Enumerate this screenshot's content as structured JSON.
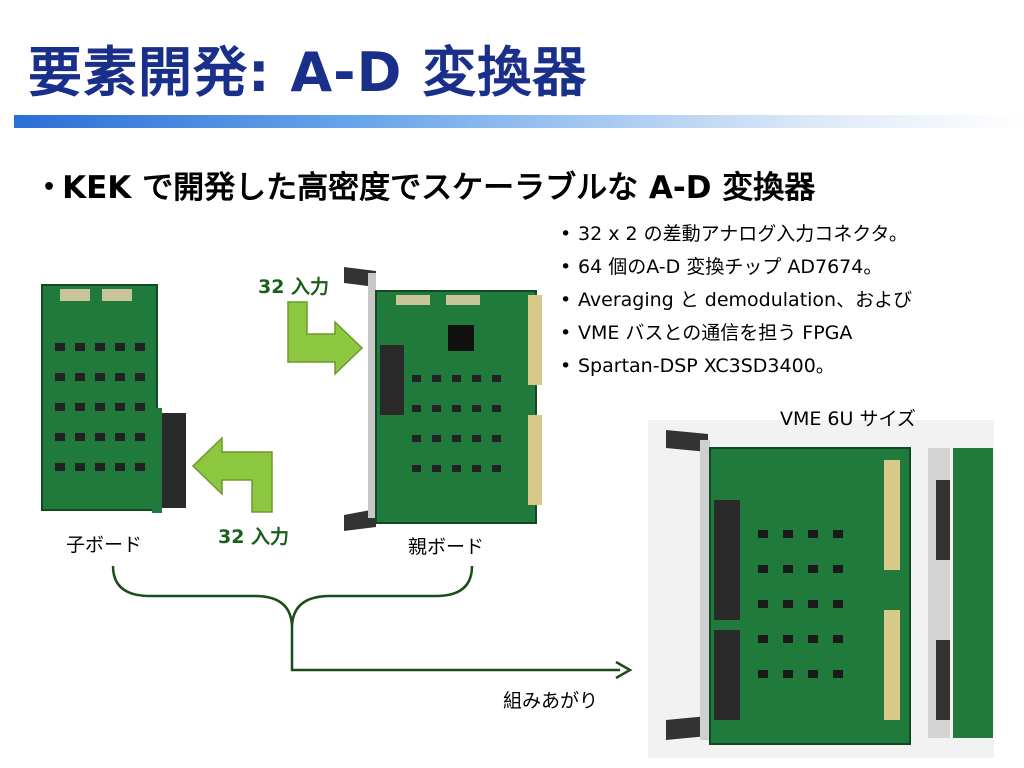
{
  "slide": {
    "title": "要素開発: A-D 変換器",
    "main_bullet": "KEK で開発した高密度でスケーラブルな A-D 変換器",
    "sub_bullets": [
      "32 x 2 の差動アナログ入力コネクタ。",
      "64 個のA-D 変換チップ AD7674。",
      "Averaging と demodulation、および",
      "VME バスとの通信を担う FPGA",
      "Spartan-DSP XC3SD3400。"
    ],
    "labels": {
      "arrow_top": "32 入力",
      "arrow_bottom": "32 入力",
      "child_board": "子ボード",
      "parent_board": "親ボード",
      "assembled": "組みあがり",
      "size": "VME 6U サイズ"
    }
  },
  "colors": {
    "title": "#1a2f8a",
    "pcb_green": "#1f7a3c",
    "arrow_fill": "#8dc63f",
    "bracket": "#1b4d1b"
  },
  "images": {
    "child_board": "child-board-photo",
    "parent_board": "parent-board-photo",
    "assembled_board": "assembled-board-photo"
  }
}
